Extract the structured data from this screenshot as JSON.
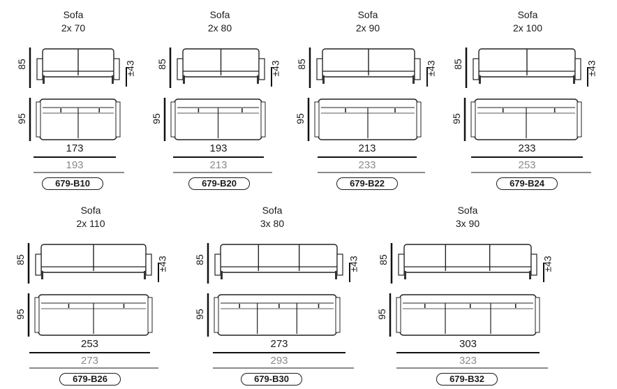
{
  "models": [
    {
      "title": "Sofa",
      "size": "2x 70",
      "height": "85",
      "depth": "95",
      "leg": "±43",
      "width": "173",
      "width_outer": "193",
      "code": "679-B10",
      "seats": 2
    },
    {
      "title": "Sofa",
      "size": "2x 80",
      "height": "85",
      "depth": "95",
      "leg": "±43",
      "width": "193",
      "width_outer": "213",
      "code": "679-B20",
      "seats": 2
    },
    {
      "title": "Sofa",
      "size": "2x 90",
      "height": "85",
      "depth": "95",
      "leg": "±43",
      "width": "213",
      "width_outer": "233",
      "code": "679-B22",
      "seats": 2
    },
    {
      "title": "Sofa",
      "size": "2x 100",
      "height": "85",
      "depth": "95",
      "leg": "±43",
      "width": "233",
      "width_outer": "253",
      "code": "679-B24",
      "seats": 2
    },
    {
      "title": "Sofa",
      "size": "2x 110",
      "height": "85",
      "depth": "95",
      "leg": "±43",
      "width": "253",
      "width_outer": "273",
      "code": "679-B26",
      "seats": 2
    },
    {
      "title": "Sofa",
      "size": "3x 80",
      "height": "85",
      "depth": "95",
      "leg": "±43",
      "width": "273",
      "width_outer": "293",
      "code": "679-B30",
      "seats": 3
    },
    {
      "title": "Sofa",
      "size": "3x 90",
      "height": "85",
      "depth": "95",
      "leg": "±43",
      "width": "303",
      "width_outer": "323",
      "code": "679-B32",
      "seats": 3
    }
  ]
}
